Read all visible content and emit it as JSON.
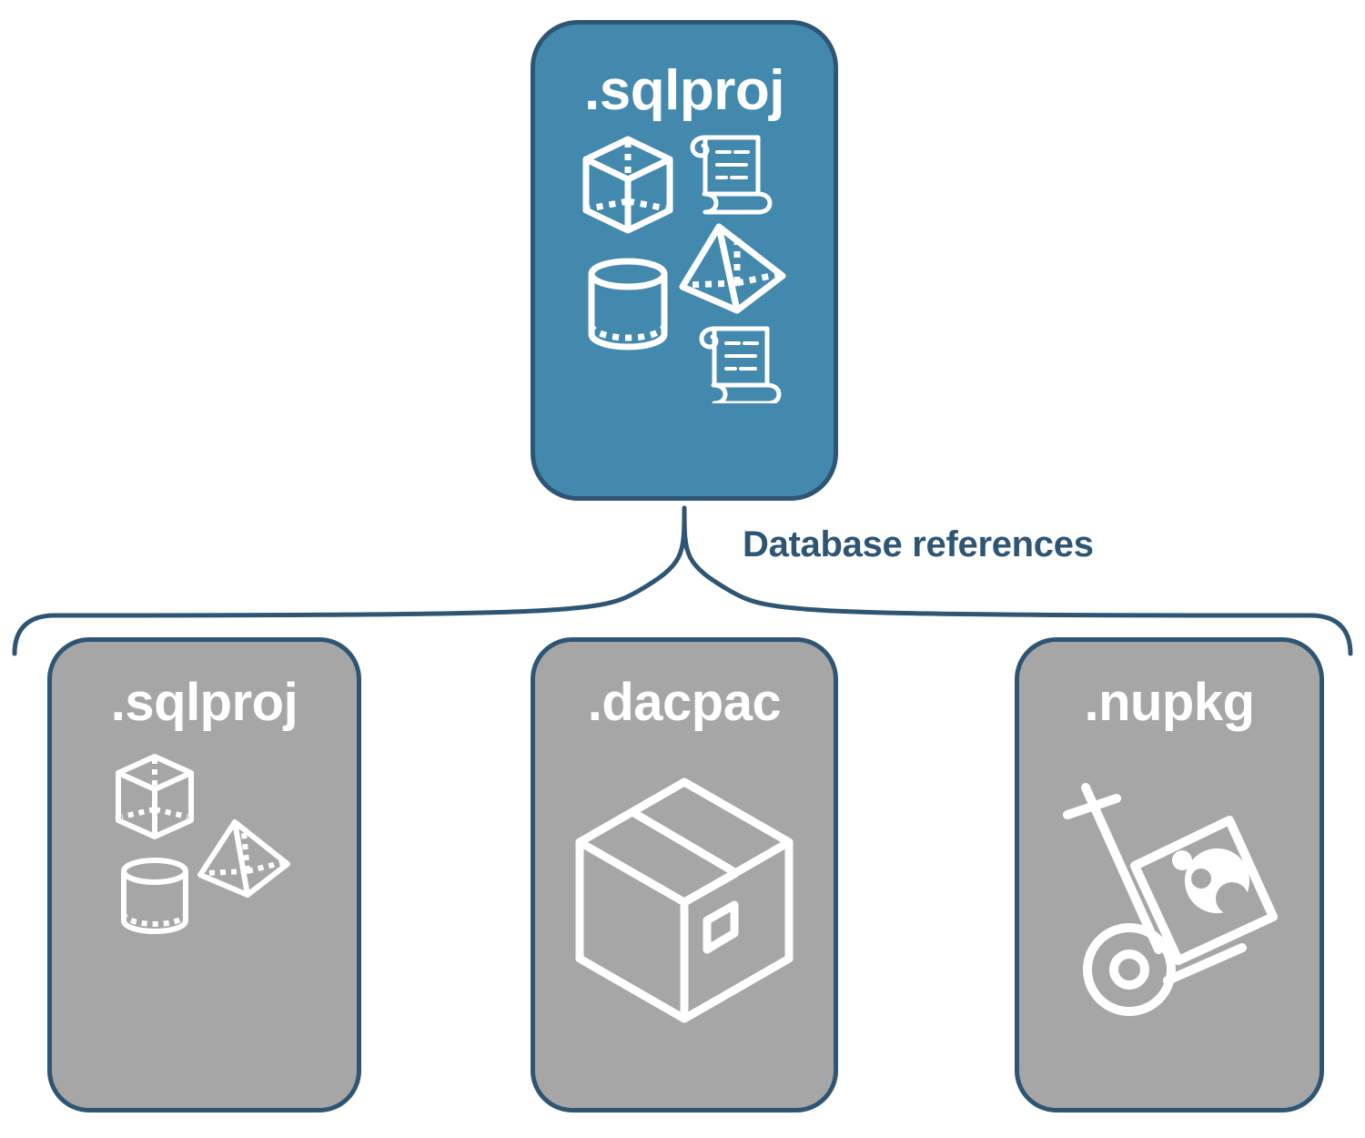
{
  "diagram": {
    "title_node": {
      "label": ".sqlproj",
      "fill": "#4289AD",
      "stroke": "#2E5574",
      "text_color": "#FFFFFF",
      "icons": [
        "cube-icon",
        "pyramid-icon",
        "cylinder-icon",
        "scroll-icon",
        "scroll-icon"
      ]
    },
    "connector": {
      "label": "Database references",
      "label_color": "#2E5574",
      "stroke": "#2E5574",
      "style": "curly-brace-bracket"
    },
    "children": [
      {
        "label": ".sqlproj",
        "fill": "#A6A6A6",
        "stroke": "#2E5574",
        "text_color": "#FFFFFF",
        "icon_name": "database-objects-icon",
        "icons": [
          "cube-icon",
          "pyramid-icon",
          "cylinder-icon"
        ]
      },
      {
        "label": ".dacpac",
        "fill": "#A6A6A6",
        "stroke": "#2E5574",
        "text_color": "#FFFFFF",
        "icon_name": "package-box-icon",
        "icons": [
          "package-box-icon"
        ]
      },
      {
        "label": ".nupkg",
        "fill": "#A6A6A6",
        "stroke": "#2E5574",
        "text_color": "#FFFFFF",
        "icon_name": "hand-truck-nuget-icon",
        "icons": [
          "hand-truck-icon",
          "nuget-logo-icon"
        ]
      }
    ]
  }
}
